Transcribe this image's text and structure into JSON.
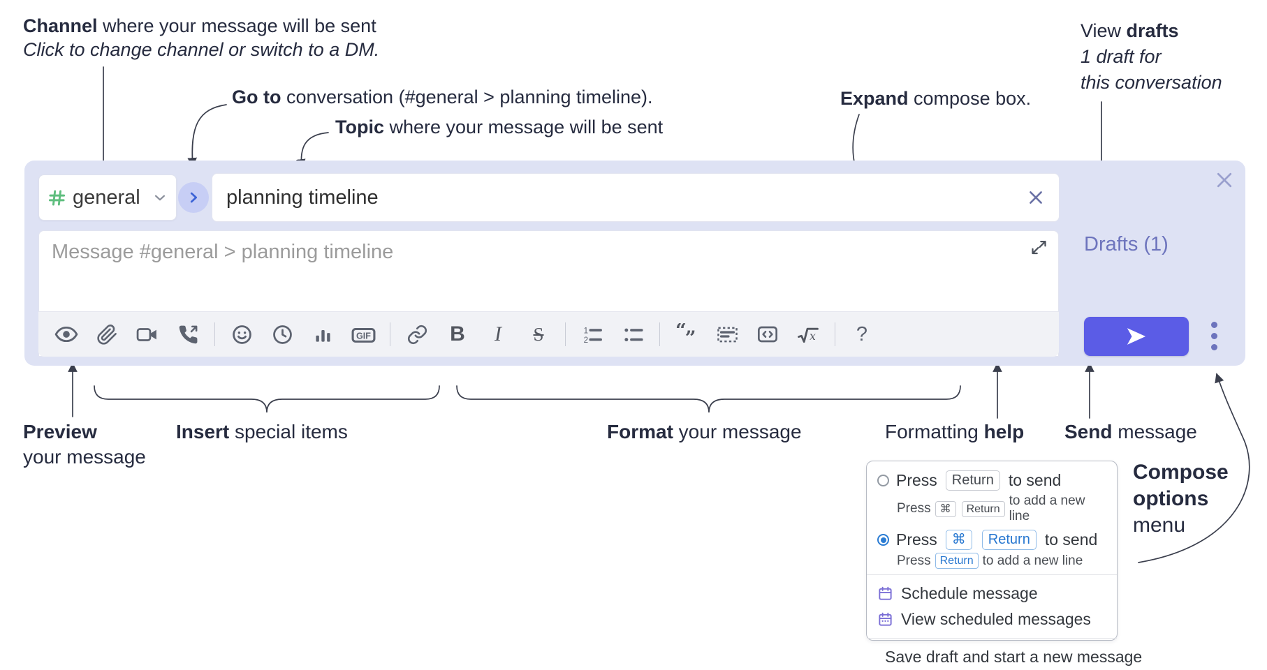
{
  "annotations": {
    "channel": {
      "bold": "Channel",
      "rest": " where your message will be sent",
      "line2": "Click to change channel or switch to a DM."
    },
    "goto": {
      "bold": "Go to",
      "rest": " conversation (#general > planning timeline)."
    },
    "topic": {
      "bold": "Topic",
      "rest": " where your message will be sent"
    },
    "expand": {
      "bold": "Expand",
      "rest": " compose box."
    },
    "view_drafts": {
      "pre": "View ",
      "bold": "drafts",
      "line2": "1 draft for",
      "line3": "this conversation"
    },
    "preview": {
      "bold": "Preview",
      "line2": "your message"
    },
    "insert": {
      "bold": "Insert",
      "rest": " special items"
    },
    "format": {
      "bold": "Format",
      "rest": " your message"
    },
    "formatting_help": {
      "pre": "Formatting ",
      "bold": "help"
    },
    "send": {
      "bold": "Send",
      "rest": " message"
    },
    "compose_options": {
      "line1": "Compose",
      "line2": "options",
      "line3": "menu"
    }
  },
  "compose": {
    "channel_name": "general",
    "topic_value": "planning timeline",
    "message_placeholder": "Message #general > planning timeline",
    "drafts_link": "Drafts (1)",
    "toolbar": {
      "gif": "GIF",
      "bold": "B",
      "italic": "I",
      "strike": "S",
      "help": "?",
      "ol1": "1",
      "ol2": "2",
      "quote_open": "“",
      "quote_close": "”",
      "math_x": "x"
    }
  },
  "popup": {
    "option1": {
      "press": "Press",
      "key": "Return",
      "suffix": "to send",
      "sub_press": "Press",
      "sub_key1": "⌘",
      "sub_key2": "Return",
      "sub_suffix": "to add a new line"
    },
    "option2": {
      "press": "Press",
      "key1": "⌘",
      "key2": "Return",
      "suffix": "to send",
      "sub_press": "Press",
      "sub_key": "Return",
      "sub_suffix": "to add a new line"
    },
    "menu": [
      {
        "label": "Schedule message"
      },
      {
        "label": "View scheduled messages"
      },
      {
        "label": "Save draft and start a new message"
      }
    ]
  },
  "colors": {
    "compose_bg": "#dee2f4",
    "send_button": "#5b5ce6",
    "drafts_link": "#6d74bd",
    "channel_hash": "#5fbe7e",
    "go_circle_bg": "#c7cef5",
    "go_chevron": "#3c63d6",
    "selected_key_blue": "#2777d0",
    "menu_icon_purple": "#7b6fd6"
  }
}
